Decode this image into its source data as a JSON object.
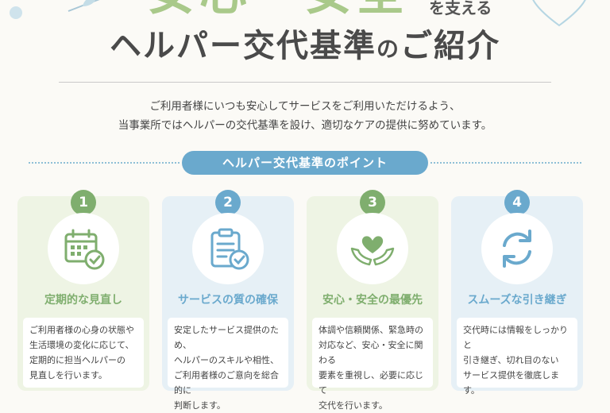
{
  "hero": {
    "title": "安心・安全",
    "subtitle": "を支える"
  },
  "heading": {
    "main": "ヘルパー交代基準",
    "connector": "の",
    "end": "ご紹介"
  },
  "intro": {
    "line1": "ご利用者様にいつも安心してサービスをご利用いただけるよう、",
    "line2": "当事業所ではヘルパーの交代基準を設け、適切なケアの提供に努めています。"
  },
  "section_pill": "ヘルパー交代基準のポイント",
  "colors": {
    "green": "#7fae6e",
    "blue": "#6aa9cd",
    "green_bg": "#eef4e4",
    "blue_bg": "#e6f0f6"
  },
  "cards": [
    {
      "number": "1",
      "icon": "calendar-check-icon",
      "title": "定期的な見直し",
      "desc": "ご利用者様の心身の状態や\n生活環境の変化に応じて、\n定期的に担当ヘルパーの\n見直しを行います。"
    },
    {
      "number": "2",
      "icon": "clipboard-check-icon",
      "title": "サービスの質の確保",
      "desc": "安定したサービス提供のため、\nヘルパーのスキルや相性、\nご利用者様のご意向を総合的に\n判断します。"
    },
    {
      "number": "3",
      "icon": "heart-hands-icon",
      "title": "安心・安全の最優先",
      "desc": "体調や信頼関係、緊急時の\n対応など、安心・安全に関わる\n要素を重視し、必要に応じて\n交代を行います。"
    },
    {
      "number": "4",
      "icon": "refresh-arrows-icon",
      "title": "スムーズな引き継ぎ",
      "desc": "交代時には情報をしっかりと\n引き継ぎ、切れ目のない\nサービス提供を徹底します。"
    }
  ]
}
